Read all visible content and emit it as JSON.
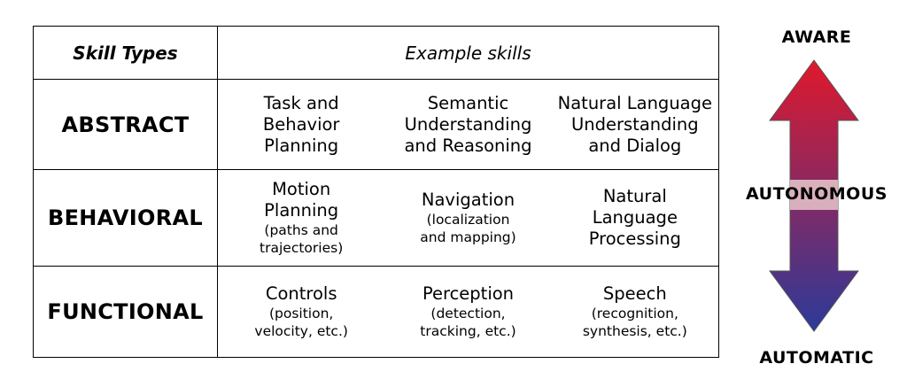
{
  "table": {
    "header": {
      "type_col": "Skill Types",
      "skills_col": "Example skills"
    },
    "rows": [
      {
        "type": "ABSTRACT",
        "skills": [
          {
            "title": "Task and\nBehavior\nPlanning",
            "detail": ""
          },
          {
            "title": "Semantic\nUnderstanding\nand Reasoning",
            "detail": ""
          },
          {
            "title": "Natural Language\nUnderstanding\nand Dialog",
            "detail": ""
          }
        ]
      },
      {
        "type": "BEHAVIORAL",
        "skills": [
          {
            "title": "Motion\nPlanning",
            "detail": "(paths and\ntrajectories)"
          },
          {
            "title": "Navigation",
            "detail": "(localization\nand mapping)"
          },
          {
            "title": "Natural\nLanguage\nProcessing",
            "detail": ""
          }
        ]
      },
      {
        "type": "FUNCTIONAL",
        "skills": [
          {
            "title": "Controls",
            "detail": "(position,\nvelocity, etc.)"
          },
          {
            "title": "Perception",
            "detail": "(detection,\ntracking, etc.)"
          },
          {
            "title": "Speech",
            "detail": "(recognition,\nsynthesis, etc.)"
          }
        ]
      }
    ]
  },
  "scale": {
    "top_label": "AWARE",
    "middle_label": "AUTONOMOUS",
    "bottom_label": "AUTOMATIC",
    "colors": {
      "top": "#e0192c",
      "bottom": "#2b3a9a",
      "band": "#e8c8cc"
    }
  }
}
